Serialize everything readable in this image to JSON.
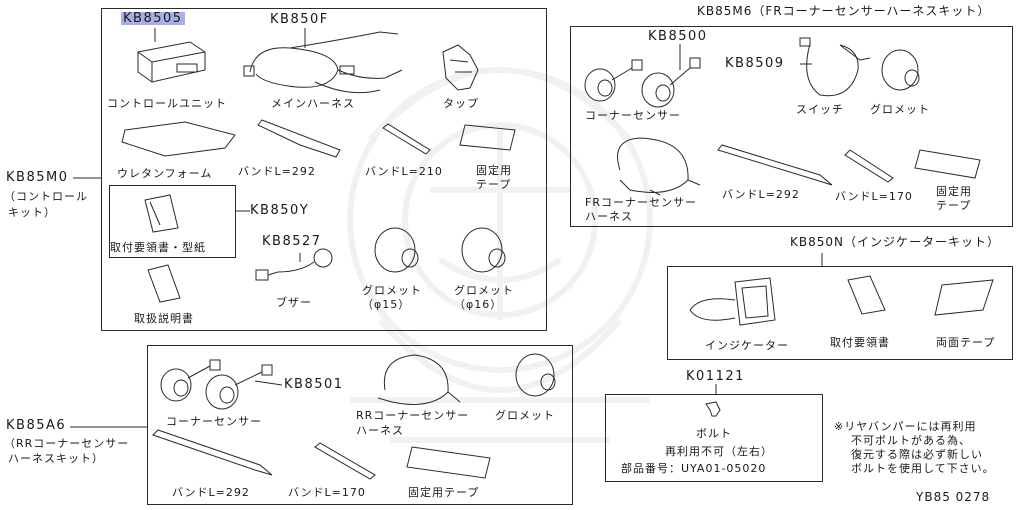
{
  "colors": {
    "line": "#2a2a2a",
    "highlight": "#a9aee6",
    "watermark": "#9a9a9a"
  },
  "control_kit": {
    "code": "KB85M0",
    "name_lines": [
      "（コントロール",
      "キット）"
    ],
    "highlight_code": "KB8505",
    "harness_code": "KB850F",
    "control_unit": "コントロールユニット",
    "main_harness": "メインハーネス",
    "tap": "タップ",
    "urethane_foam": "ウレタンフォーム",
    "band_292": "バンドL=292",
    "band_210": "バンドL=210",
    "fixing_tape_lines": [
      "固定用",
      "テープ"
    ],
    "subkit_code": "KB850Y",
    "install_guide": "取付要領書・型紙",
    "buzzer_code": "KB8527",
    "buzzer": "ブザー",
    "grommet15_lines": [
      "グロメット",
      "（φ15）"
    ],
    "grommet16_lines": [
      "グロメット",
      "（φ16）"
    ],
    "manual": "取扱説明書"
  },
  "fr_kit": {
    "title": "KB85M6（FRコーナーセンサーハーネスキット）",
    "sensor_code": "KB8500",
    "switch_code": "KB8509",
    "corner_sensor": "コーナーセンサー",
    "switch": "スイッチ",
    "grommet": "グロメット",
    "fr_harness_lines": [
      "FRコーナーセンサー",
      "ハーネス"
    ],
    "band_292": "バンドL=292",
    "band_170": "バンドL=170",
    "fixing_tape_lines": [
      "固定用",
      "テープ"
    ]
  },
  "indicator_kit": {
    "title": "KB850N（インジケーターキット）",
    "indicator": "インジケーター",
    "install_guide": "取付要領書",
    "double_sided_tape": "両面テープ"
  },
  "rr_kit": {
    "code": "KB85A6",
    "name_lines": [
      "（RRコーナーセンサー",
      "ハーネスキット）"
    ],
    "sensor_code": "KB8501",
    "corner_sensor": "コーナーセンサー",
    "rr_harness_lines": [
      "RRコーナーセンサー",
      "ハーネス"
    ],
    "grommet": "グロメット",
    "band_292": "バンドL=292",
    "band_170": "バンドL=170",
    "fixing_tape": "固定用テープ"
  },
  "bolt": {
    "code": "K01121",
    "bolt": "ボルト",
    "not_reusable": "再利用不可（左右）",
    "part_number": "部品番号：UYA01-05020"
  },
  "note_lines": [
    "※リヤバンパーには再利用",
    "不可ボルトがある為、",
    "復元する際は必ず新しい",
    "ボルトを使用して下さい。"
  ],
  "figure_id": "YB85 0278"
}
